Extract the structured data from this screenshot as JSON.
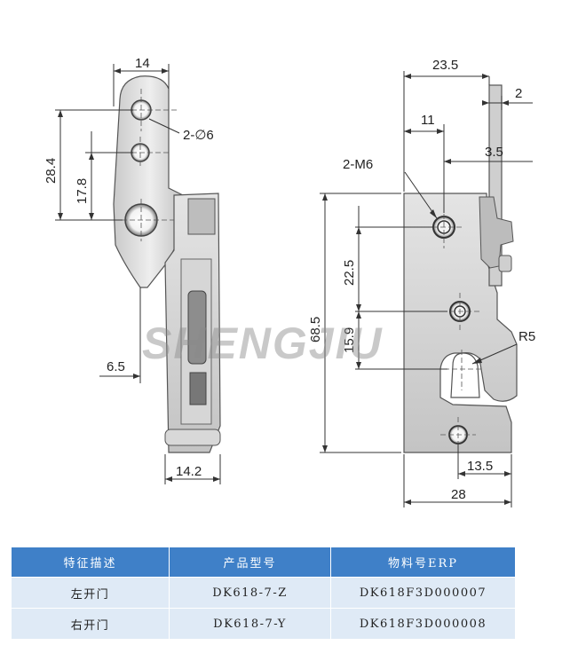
{
  "watermark": "SHENGJIU",
  "left_view": {
    "dims": {
      "top_width": "14",
      "holes": "2-∅6",
      "overall_height": "28.4",
      "hole_spacing": "17.8",
      "offset": "6.5",
      "base_width": "14.2"
    }
  },
  "right_view": {
    "dims": {
      "overall_width": "23.5",
      "plate_thickness": "2",
      "hole_offset": "11",
      "edge_offset": "3.5",
      "thread": "2-M6",
      "spacing_upper": "22.5",
      "total_height": "68.5",
      "spacing_lower": "15.9",
      "radius": "R5",
      "slot_width": "13.5",
      "base_width": "28"
    }
  },
  "table": {
    "headers": [
      "特征描述",
      "产品型号",
      "物料号ERP"
    ],
    "rows": [
      [
        "左开门",
        "DK618-7-Z",
        "DK618F3D000007"
      ],
      [
        "右开门",
        "DK618-7-Y",
        "DK618F3D000008"
      ]
    ]
  },
  "colors": {
    "header_bg": "#3f80c8",
    "row_bg": "#dfeaf6"
  }
}
